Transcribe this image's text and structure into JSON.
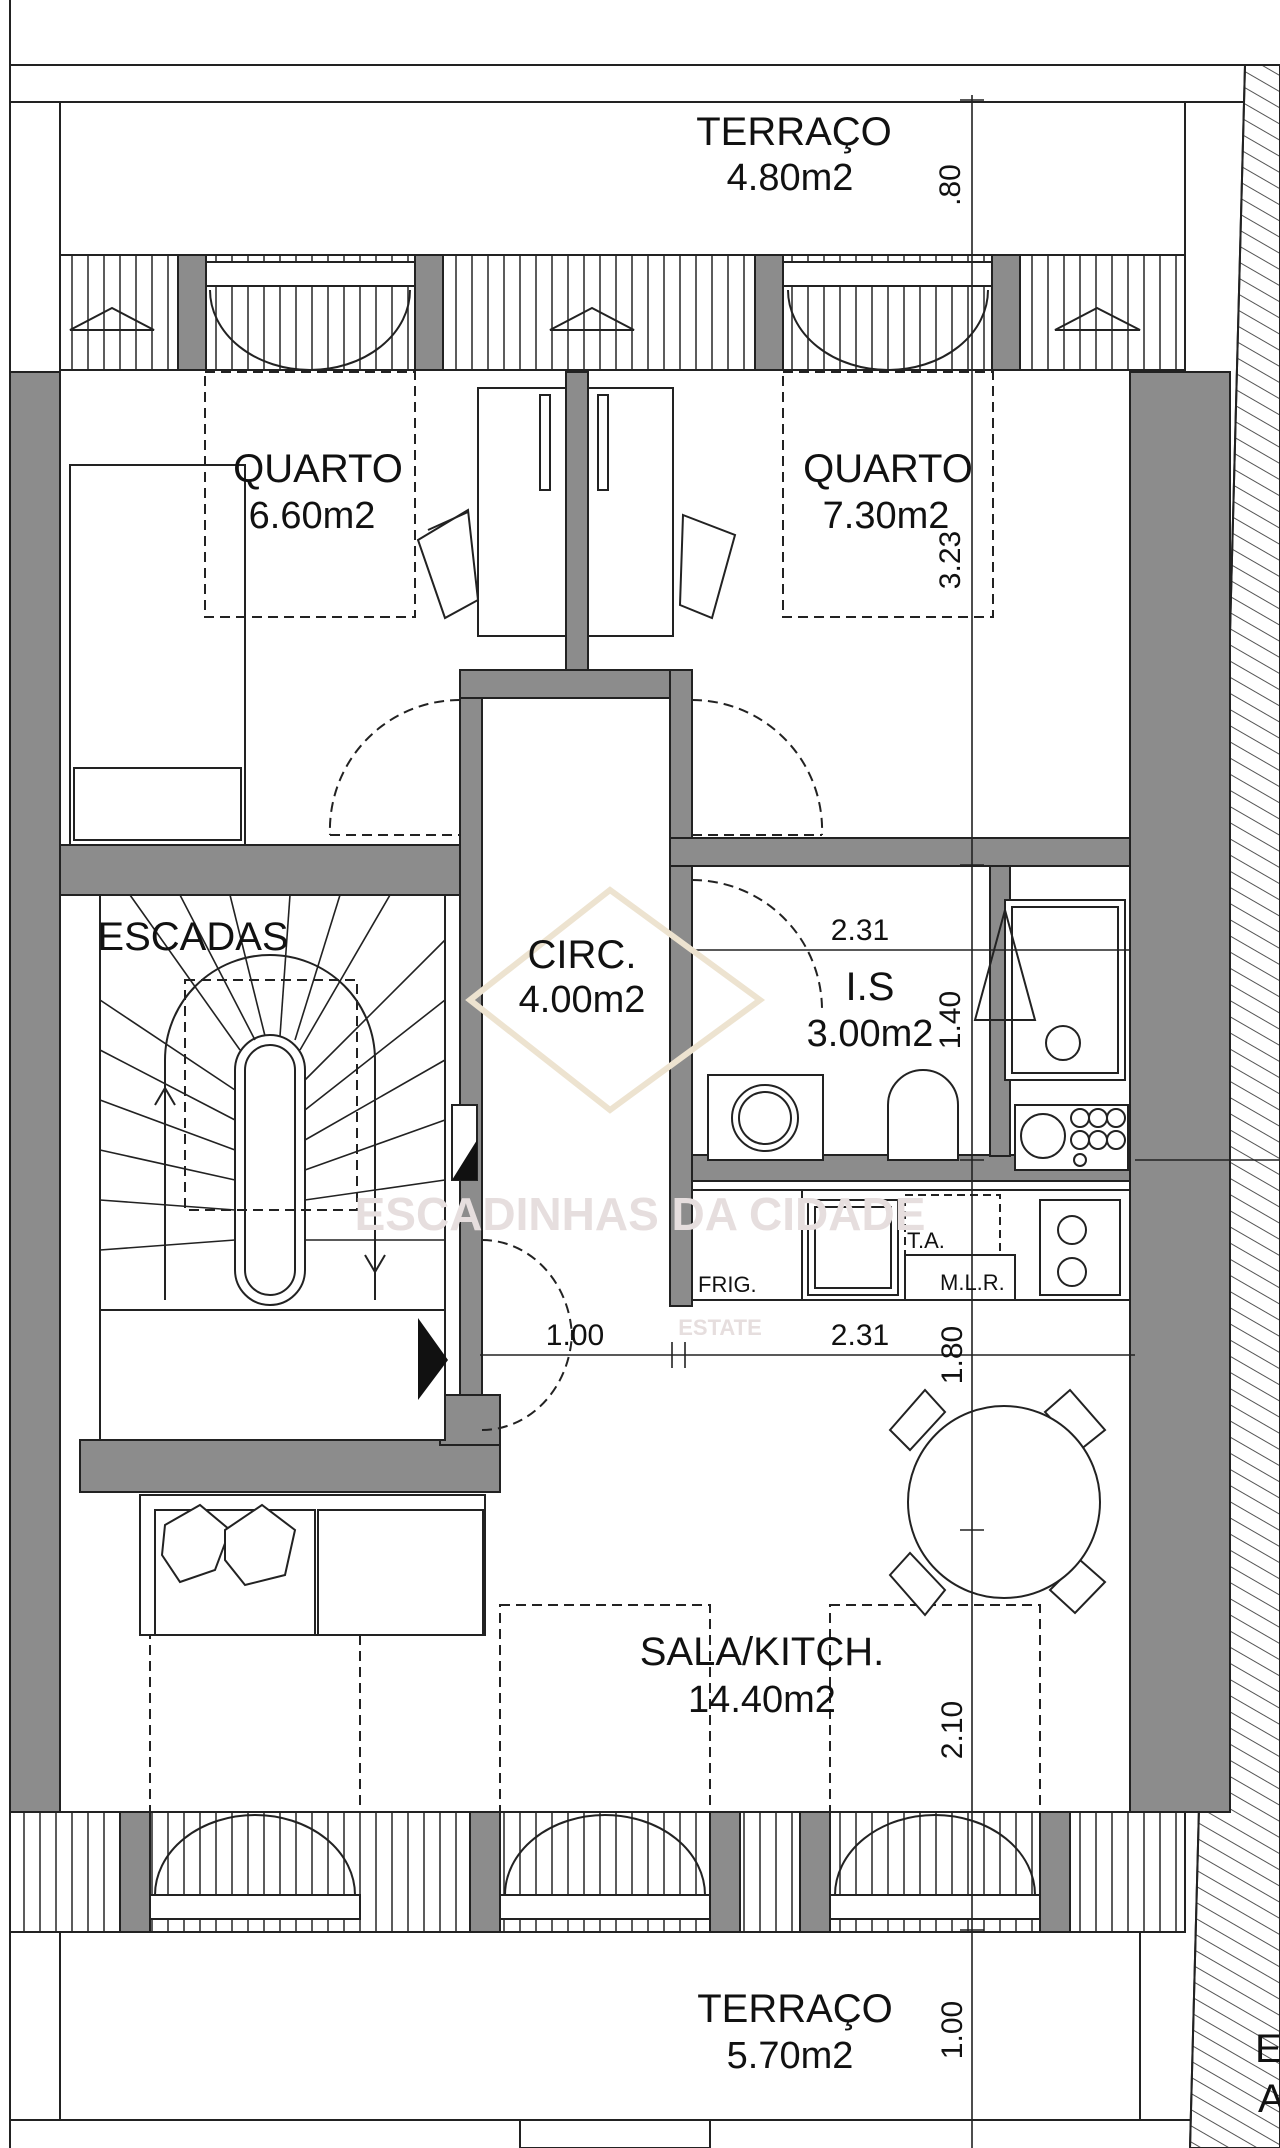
{
  "rooms": {
    "terrace_top": {
      "name": "TERRAÇO",
      "area": "4.80m2"
    },
    "quarto_left": {
      "name": "QUARTO",
      "area": "6.60m2"
    },
    "quarto_right": {
      "name": "QUARTO",
      "area": "7.30m2"
    },
    "escadas": {
      "name": "ESCADAS"
    },
    "circ": {
      "name": "CIRC.",
      "area": "4.00m2"
    },
    "is": {
      "name": "I.S",
      "area": "3.00m2"
    },
    "sala": {
      "name": "SALA/KITCH.",
      "area": "14.40m2"
    },
    "terrace_bottom": {
      "name": "TERRAÇO",
      "area": "5.70m2"
    }
  },
  "fixtures": {
    "frig": "FRIG.",
    "ta": "T.A.",
    "mlr": "M.L.R."
  },
  "dimensions": {
    "terrace_top_depth": ".80",
    "quarto_depth": "3.23",
    "is_width": "2.31",
    "is_depth": "1.40",
    "circ_width": "1.00",
    "kitchen_width": "2.31",
    "kitchen_depth": "1.80",
    "sala_depth": "2.10",
    "terrace_bottom_depth": "1.00"
  },
  "watermark": {
    "brand": "ESCADINHAS DA CIDADE",
    "sub": "ESTATE"
  },
  "edge_text": {
    "line1": "E",
    "line2": "A"
  },
  "colors": {
    "wall": "#8c8c8c",
    "line": "#111111",
    "hatch": "#555555",
    "watermark": "#e6dede"
  }
}
